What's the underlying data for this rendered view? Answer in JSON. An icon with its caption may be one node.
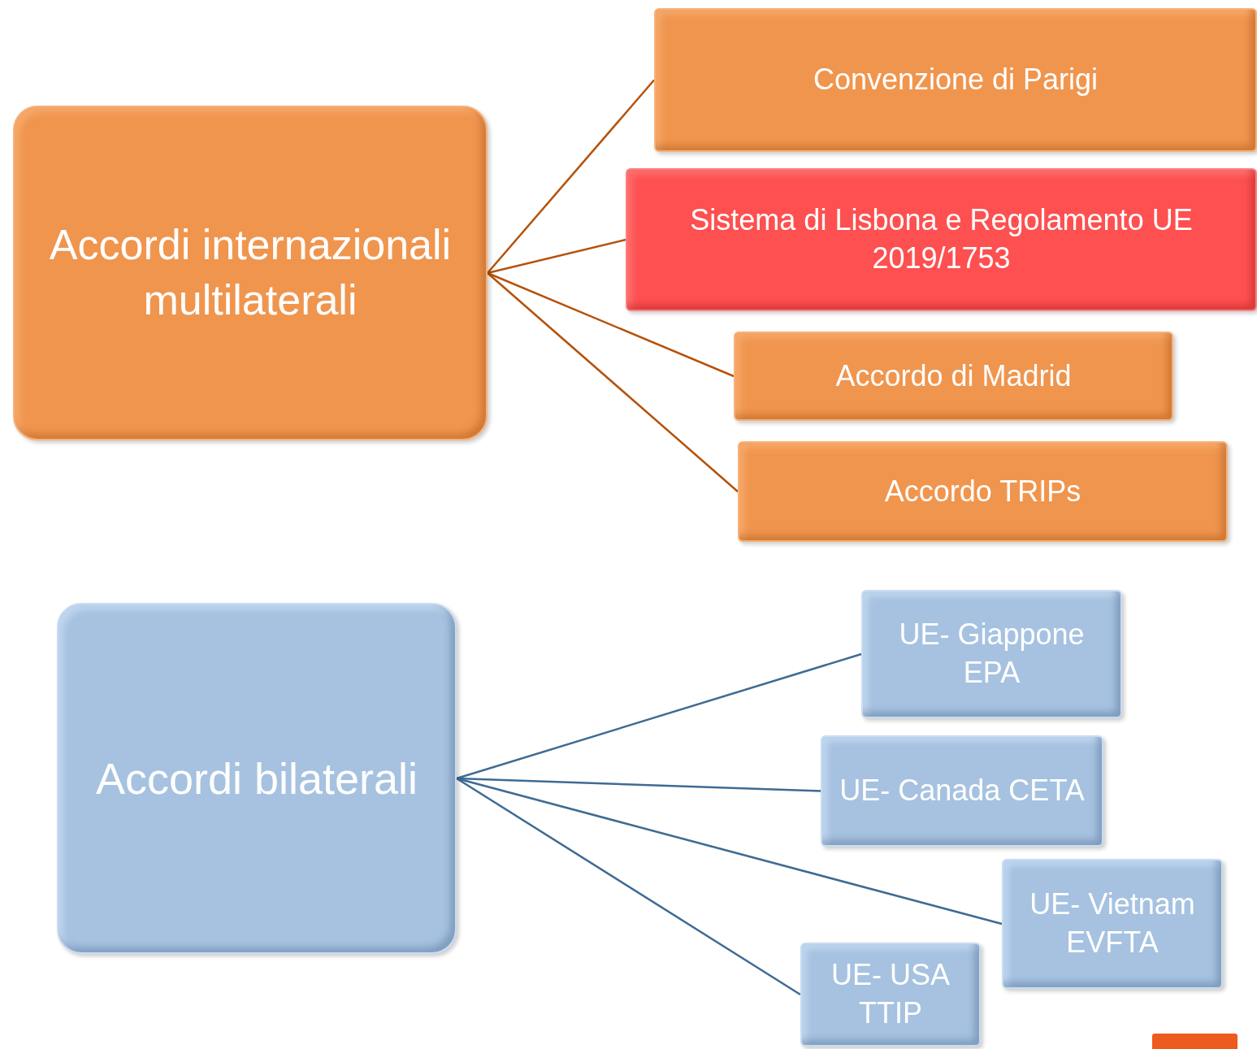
{
  "diagram": {
    "nodes": [
      {
        "text": [
          "Accordi internazionali multilaterali"
        ]
      },
      {
        "text": [
          "Convenzione di Parigi"
        ]
      },
      {
        "text": [
          "Sistema di Lisbona e Regolamento UE 2019/1753"
        ]
      },
      {
        "text": [
          "Accordo di Madrid"
        ]
      },
      {
        "text": [
          "Accordo TRIPs"
        ]
      },
      {
        "text": [
          "Accordi bilaterali"
        ]
      },
      {
        "text": [
          "UE- Giappone EPA"
        ]
      },
      {
        "text": [
          "UE- Canada CETA"
        ]
      },
      {
        "text": [
          "UE- Vietnam EVFTA"
        ]
      },
      {
        "text": [
          "UE- USA TTIP"
        ]
      }
    ],
    "edges": [
      {
        "from": 0,
        "to": 1,
        "arrow": "none",
        "color": "#b5520b"
      },
      {
        "from": 0,
        "to": 2,
        "arrow": "none",
        "color": "#b5520b"
      },
      {
        "from": 0,
        "to": 3,
        "arrow": "none",
        "color": "#b5520b"
      },
      {
        "from": 0,
        "to": 4,
        "arrow": "none",
        "color": "#b5520b"
      },
      {
        "from": 5,
        "to": 6,
        "arrow": "none",
        "color": "#3e6b93"
      },
      {
        "from": 5,
        "to": 7,
        "arrow": "none",
        "color": "#3e6b93"
      },
      {
        "from": 5,
        "to": 8,
        "arrow": "none",
        "color": "#3e6b93"
      },
      {
        "from": 5,
        "to": 9,
        "arrow": "none",
        "color": "#3e6b93"
      }
    ]
  }
}
